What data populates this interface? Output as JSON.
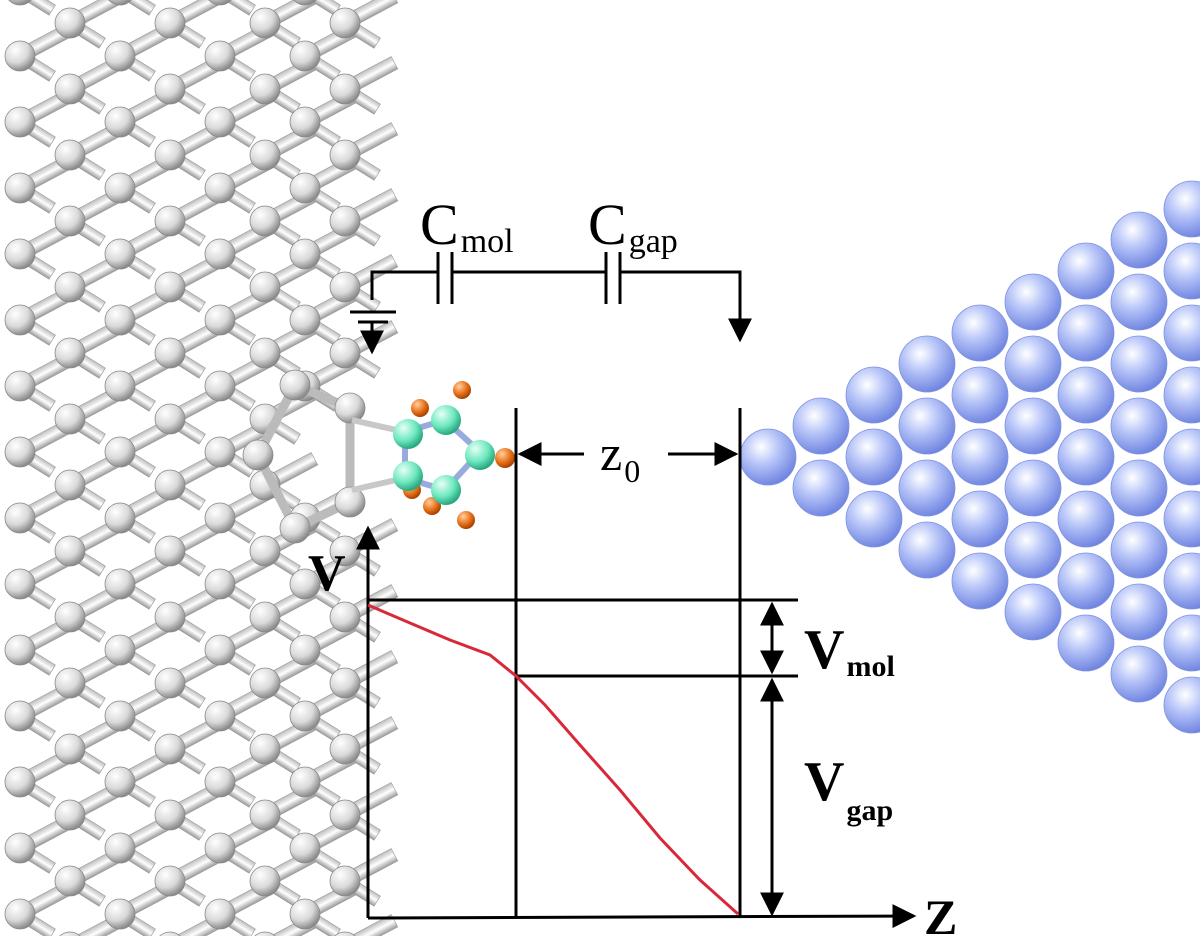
{
  "labels": {
    "c_mol_main": "C",
    "c_mol_sub": "mol",
    "c_gap_main": "C",
    "c_gap_sub": "gap",
    "z0_main": "z",
    "z0_sub": "0",
    "v_axis": "V",
    "z_axis": "Z",
    "v_mol_main": "V",
    "v_mol_sub": "mol",
    "v_gap_main": "V",
    "v_gap_sub": "gap"
  },
  "colors": {
    "tube_atom": "#e6e6e6",
    "tube_bond": "#cfcfcf",
    "mol_carbon": "#6ee8c0",
    "mol_hydrogen": "#e8711a",
    "tip_atom": "#9fb2f4",
    "potential_line": "#d8283a",
    "ink": "#000000"
  },
  "icons": {
    "ground": "ground-icon",
    "capacitor": "capacitor-icon"
  }
}
